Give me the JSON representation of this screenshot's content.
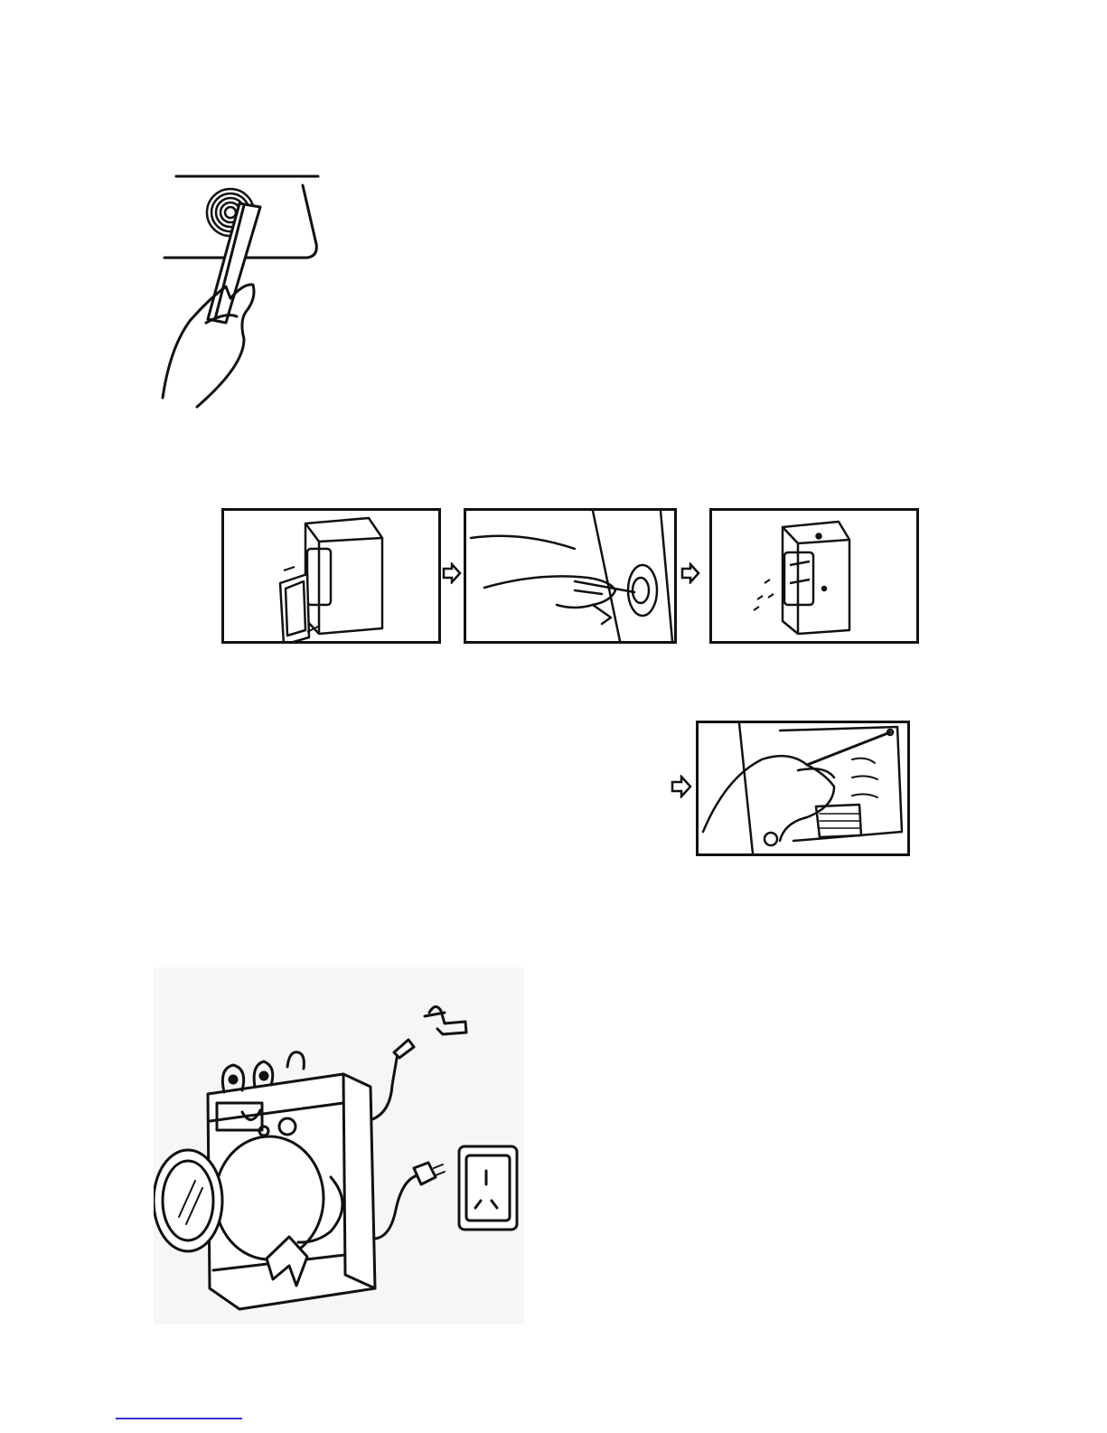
{
  "page": {
    "illustrations": [
      {
        "id": "cleaning-inlet-filter",
        "icon": "hand-brush-icon"
      },
      {
        "id": "pump-filter-step-1",
        "icon": "remove-cover-icon"
      },
      {
        "id": "pump-filter-step-2",
        "icon": "unscrew-filter-icon"
      },
      {
        "id": "pump-filter-step-3",
        "icon": "drain-water-icon"
      },
      {
        "id": "pump-filter-step-4",
        "icon": "clean-filter-icon"
      },
      {
        "id": "washer-after-use",
        "icon": "washer-character-icon"
      }
    ],
    "footer": {
      "link_text": ""
    }
  }
}
